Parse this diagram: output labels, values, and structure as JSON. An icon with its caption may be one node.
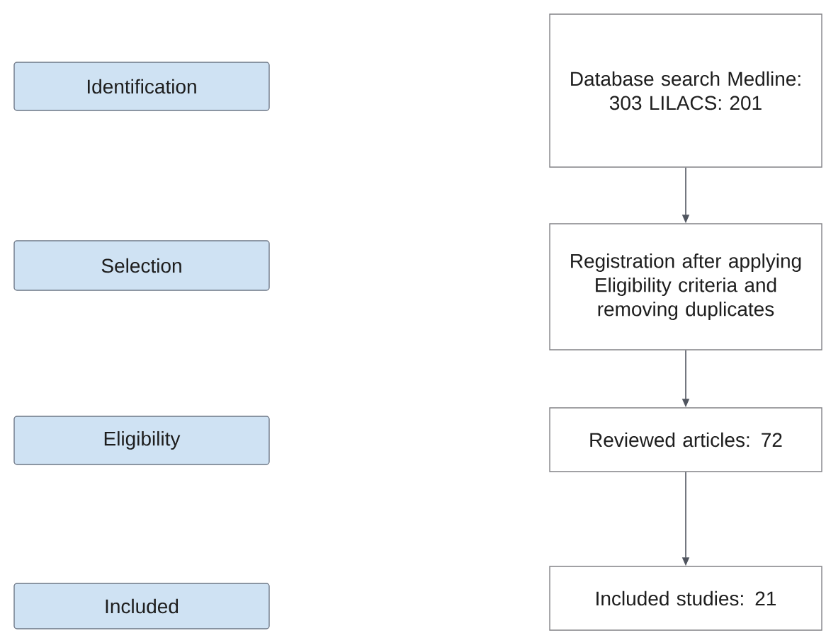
{
  "diagram": {
    "nodes": [
      {
        "text": [
          "Identification"
        ]
      },
      {
        "text": [
          "Database search Medline: 303 LILACS: 201"
        ]
      },
      {
        "text": [
          "Selection"
        ]
      },
      {
        "text": [
          "Registration after applying Eligibility criteria and removing duplicates"
        ]
      },
      {
        "text": [
          "Eligibility"
        ]
      },
      {
        "text": [
          "Reviewed articles: 72"
        ]
      },
      {
        "text": [
          "Included"
        ]
      },
      {
        "text": [
          "Included studies: 21"
        ]
      }
    ],
    "edges": [
      {
        "from": 1,
        "to": 3,
        "arrow": "to"
      },
      {
        "from": 3,
        "to": 5,
        "arrow": "to"
      },
      {
        "from": 5,
        "to": 7,
        "arrow": "to"
      }
    ]
  }
}
